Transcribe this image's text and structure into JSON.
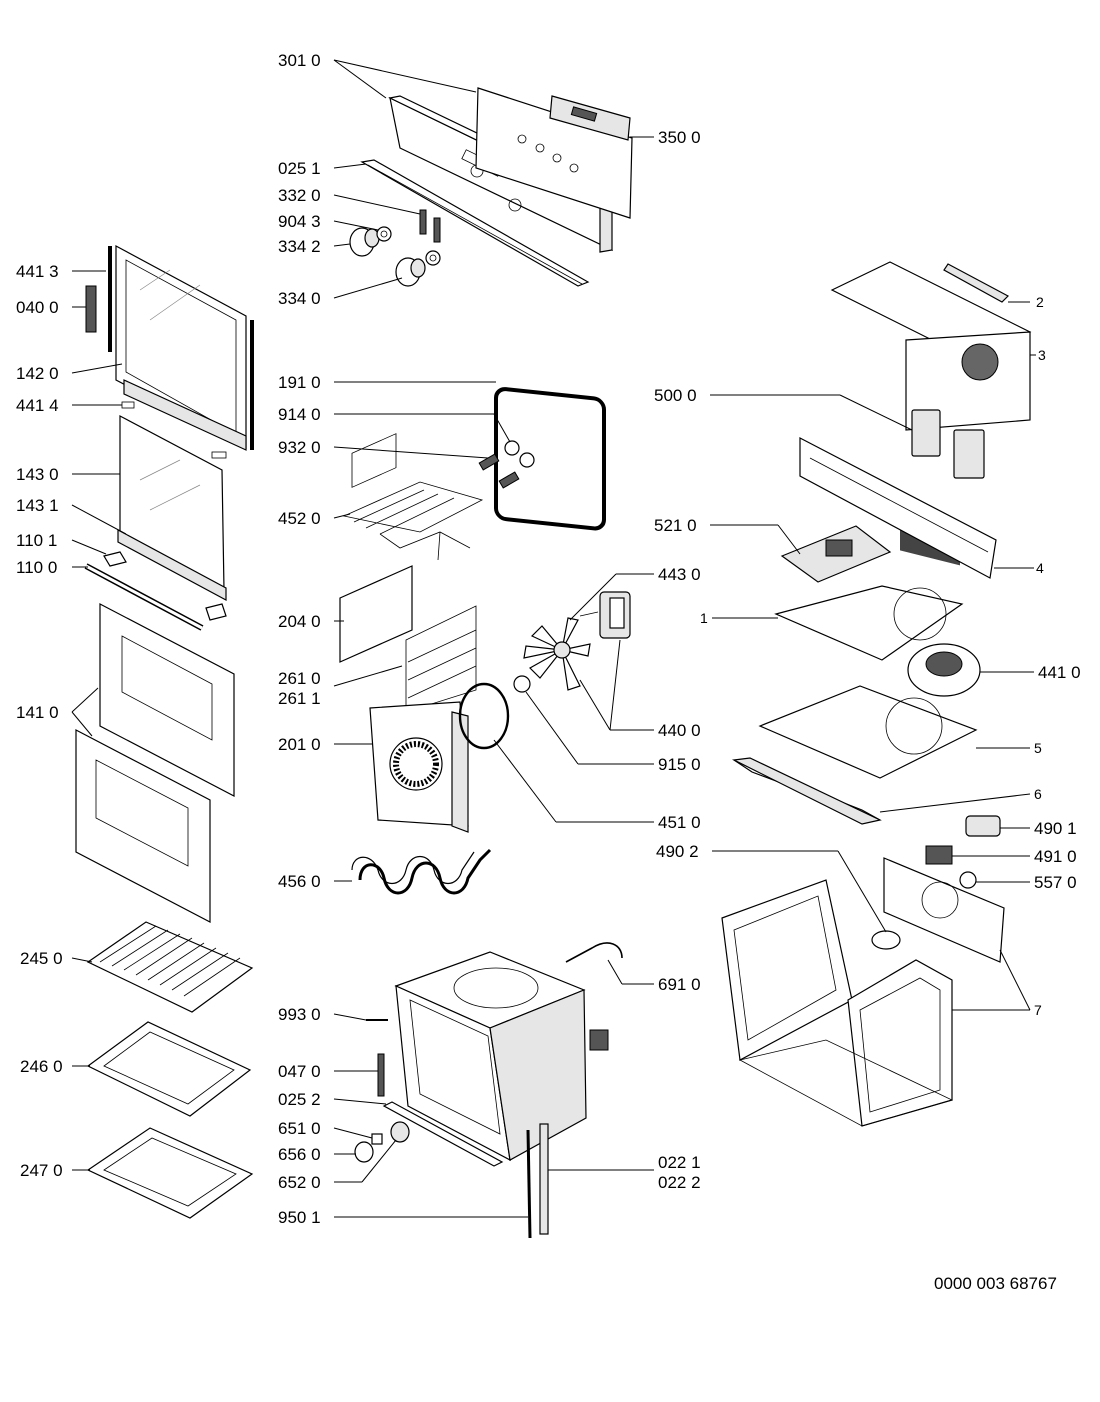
{
  "labels": {
    "p3010": "301 0",
    "p3500": "350 0",
    "p0251": "025 1",
    "p3320": "332 0",
    "p9043": "904 3",
    "p3342": "334 2",
    "p3340": "334 0",
    "p4413": "441 3",
    "p0400": "040 0",
    "p1420": "142 0",
    "p4414": "441 4",
    "p1430": "143 0",
    "p1431": "143 1",
    "p1101": "110 1",
    "p1100": "110 0",
    "p1410": "141 0",
    "p1910": "191 0",
    "p9140": "914 0",
    "p9320": "932 0",
    "p4520": "452 0",
    "p2040": "204 0",
    "p2610": "261 0",
    "p2611": "261 1",
    "p2010": "201 0",
    "p4560": "456 0",
    "p2450": "245 0",
    "p2460": "246 0",
    "p2470": "247 0",
    "p9930": "993 0",
    "p0470": "047 0",
    "p0252": "025 2",
    "p6510": "651 0",
    "p6560": "656 0",
    "p6520": "652 0",
    "p9501": "950 1",
    "p0221": "022 1",
    "p0222": "022 2",
    "p6910": "691 0",
    "p5000": "500 0",
    "p5210": "521 0",
    "p4430": "443 0",
    "p4400": "440 0",
    "p9150": "915 0",
    "p4510": "451 0",
    "p4410": "441 0",
    "p4901": "490 1",
    "p4902": "490 2",
    "p4910": "491 0",
    "p5570": "557 0",
    "n1": "1",
    "n2": "2",
    "n3": "3",
    "n4": "4",
    "n5": "5",
    "n6": "6",
    "n7": "7"
  },
  "document_number": "0000 003 68767"
}
